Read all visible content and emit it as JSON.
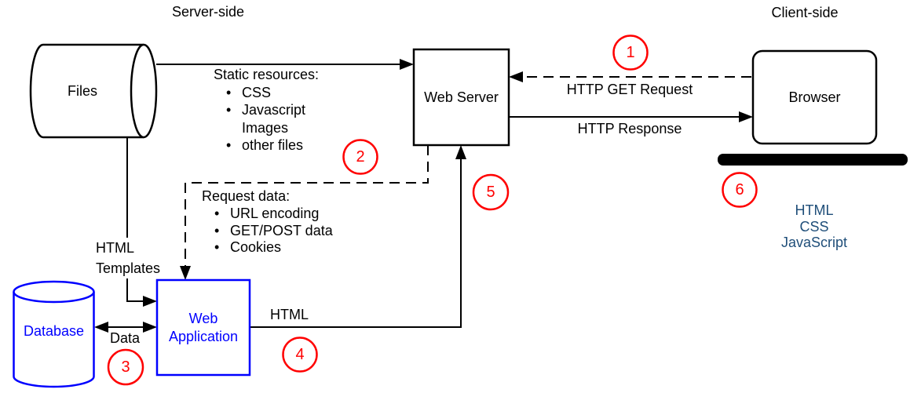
{
  "title_labels": {
    "server_side": "Server-side",
    "client_side": "Client-side"
  },
  "nodes": {
    "files": {
      "label": "Files"
    },
    "web_server": {
      "label": "Web Server"
    },
    "browser": {
      "label": "Browser"
    },
    "database": {
      "label": "Database"
    },
    "web_application": {
      "lines": [
        "Web",
        "Application"
      ]
    }
  },
  "edges": {
    "static_resources": {
      "title": "Static resources:",
      "items": [
        "CSS",
        "Javascript",
        "Images",
        "other files"
      ]
    },
    "http_get_request": {
      "label": "HTTP GET Request"
    },
    "http_response": {
      "label": "HTTP Response"
    },
    "request_data": {
      "title": "Request data:",
      "items": [
        "URL encoding",
        "GET/POST data",
        "Cookies"
      ]
    },
    "html_templates": {
      "lines": [
        "HTML",
        "Templates"
      ]
    },
    "data": {
      "label": "Data"
    },
    "html": {
      "label": "HTML"
    }
  },
  "client_output": {
    "lines": [
      "HTML",
      "CSS",
      "JavaScript"
    ]
  },
  "steps": [
    "1",
    "2",
    "3",
    "4",
    "5",
    "6"
  ],
  "colors": {
    "line": "#000000",
    "node_accent": "#0000ff",
    "step_marker": "#ff0000",
    "client_output_text": "#1f4e79"
  }
}
